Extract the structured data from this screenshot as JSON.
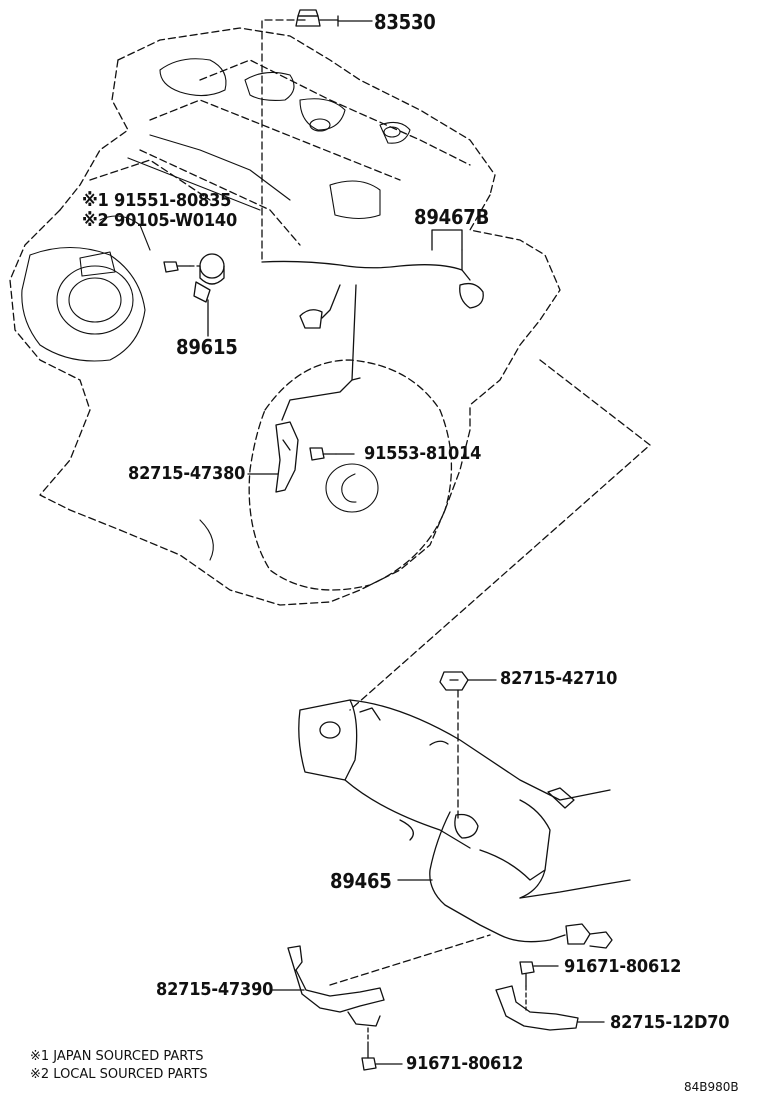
{
  "parts": {
    "p83530": "83530",
    "p91551": "※1 91551-80835",
    "p90105": "※2 90105-W0140",
    "p89467b": "89467B",
    "p89615": "89615",
    "p91553": "91553-81014",
    "p82715_47380": "82715-47380",
    "p82715_42710": "82715-42710",
    "p89465": "89465",
    "p91671_a": "91671-80612",
    "p82715_47390": "82715-47390",
    "p82715_12d70": "82715-12D70",
    "p91671_b": "91671-80612"
  },
  "notes": {
    "japan": "※1 JAPAN SOURCED PARTS",
    "local": "※2 LOCAL SOURCED PARTS"
  },
  "diagram_code": "84B980B"
}
